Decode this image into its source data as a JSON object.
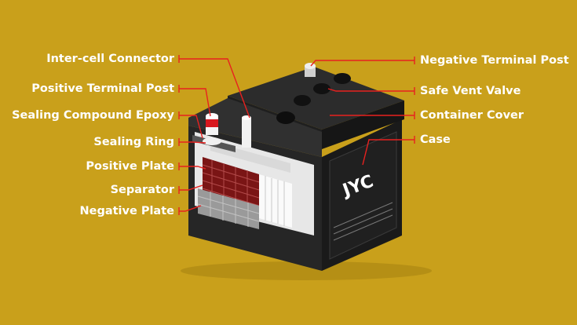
{
  "colors": {
    "background": "#c9a01b",
    "leader_line": "#e8211f",
    "label_text": "#ffffff",
    "battery_case": "#1e1e1e"
  },
  "battery": {
    "brand_logo": "JYC"
  },
  "labels_left": [
    {
      "id": "inter-cell-connector",
      "text": "Inter-cell Connector"
    },
    {
      "id": "positive-terminal-post",
      "text": "Positive Terminal Post"
    },
    {
      "id": "sealing-compound-epoxy",
      "text": "Sealing Compound Epoxy"
    },
    {
      "id": "sealing-ring",
      "text": "Sealing Ring"
    },
    {
      "id": "positive-plate",
      "text": "Positive Plate"
    },
    {
      "id": "separator",
      "text": "Separator"
    },
    {
      "id": "negative-plate",
      "text": "Negative Plate"
    }
  ],
  "labels_right": [
    {
      "id": "negative-terminal-post",
      "text": "Negative Terminal Post"
    },
    {
      "id": "safe-vent-valve",
      "text": "Safe Vent Valve"
    },
    {
      "id": "container-cover",
      "text": "Container Cover"
    },
    {
      "id": "case",
      "text": "Case"
    }
  ]
}
